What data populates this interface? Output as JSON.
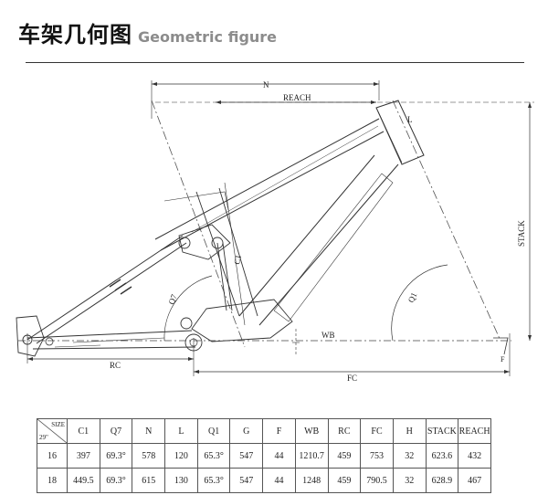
{
  "title": {
    "cn": "车架几何图",
    "en": "Geometric figure"
  },
  "labels": {
    "n": "N",
    "reach": "REACH",
    "stack": "STACK",
    "c1": "C1",
    "q1": "Q1",
    "q7": "Q7",
    "wb": "WB",
    "rc": "RC",
    "fc": "FC",
    "l": "L",
    "f": "F"
  },
  "table": {
    "corner_top": "SIZE",
    "corner_bottom": "29\"",
    "headers": [
      "C1",
      "Q7",
      "N",
      "L",
      "Q1",
      "G",
      "F",
      "WB",
      "RC",
      "FC",
      "H",
      "STACK",
      "REACH"
    ],
    "rows": [
      {
        "size": "16",
        "cells": [
          "397",
          "69.3°",
          "578",
          "120",
          "65.3°",
          "547",
          "44",
          "1210.7",
          "459",
          "753",
          "32",
          "623.6",
          "432"
        ]
      },
      {
        "size": "18",
        "cells": [
          "449.5",
          "69.3°",
          "615",
          "130",
          "65.3°",
          "547",
          "44",
          "1248",
          "459",
          "790.5",
          "32",
          "628.9",
          "467"
        ]
      }
    ]
  }
}
